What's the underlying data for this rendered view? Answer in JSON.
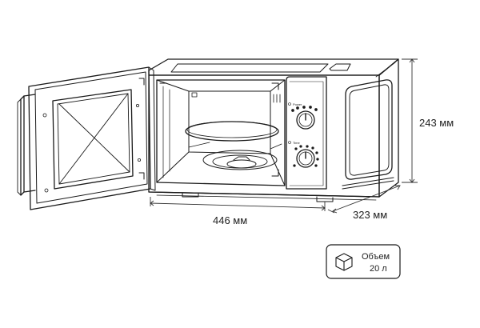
{
  "dimensions": {
    "width": "446 мм",
    "depth": "323 мм",
    "height": "243 мм"
  },
  "volume": {
    "label": "Объем",
    "value": "20 л",
    "icon": "box-icon"
  },
  "controls": {
    "knob_top_label": "Power",
    "knob_bottom_label": "Time"
  },
  "colors": {
    "line": "#1a1a1a",
    "background": "#ffffff"
  }
}
